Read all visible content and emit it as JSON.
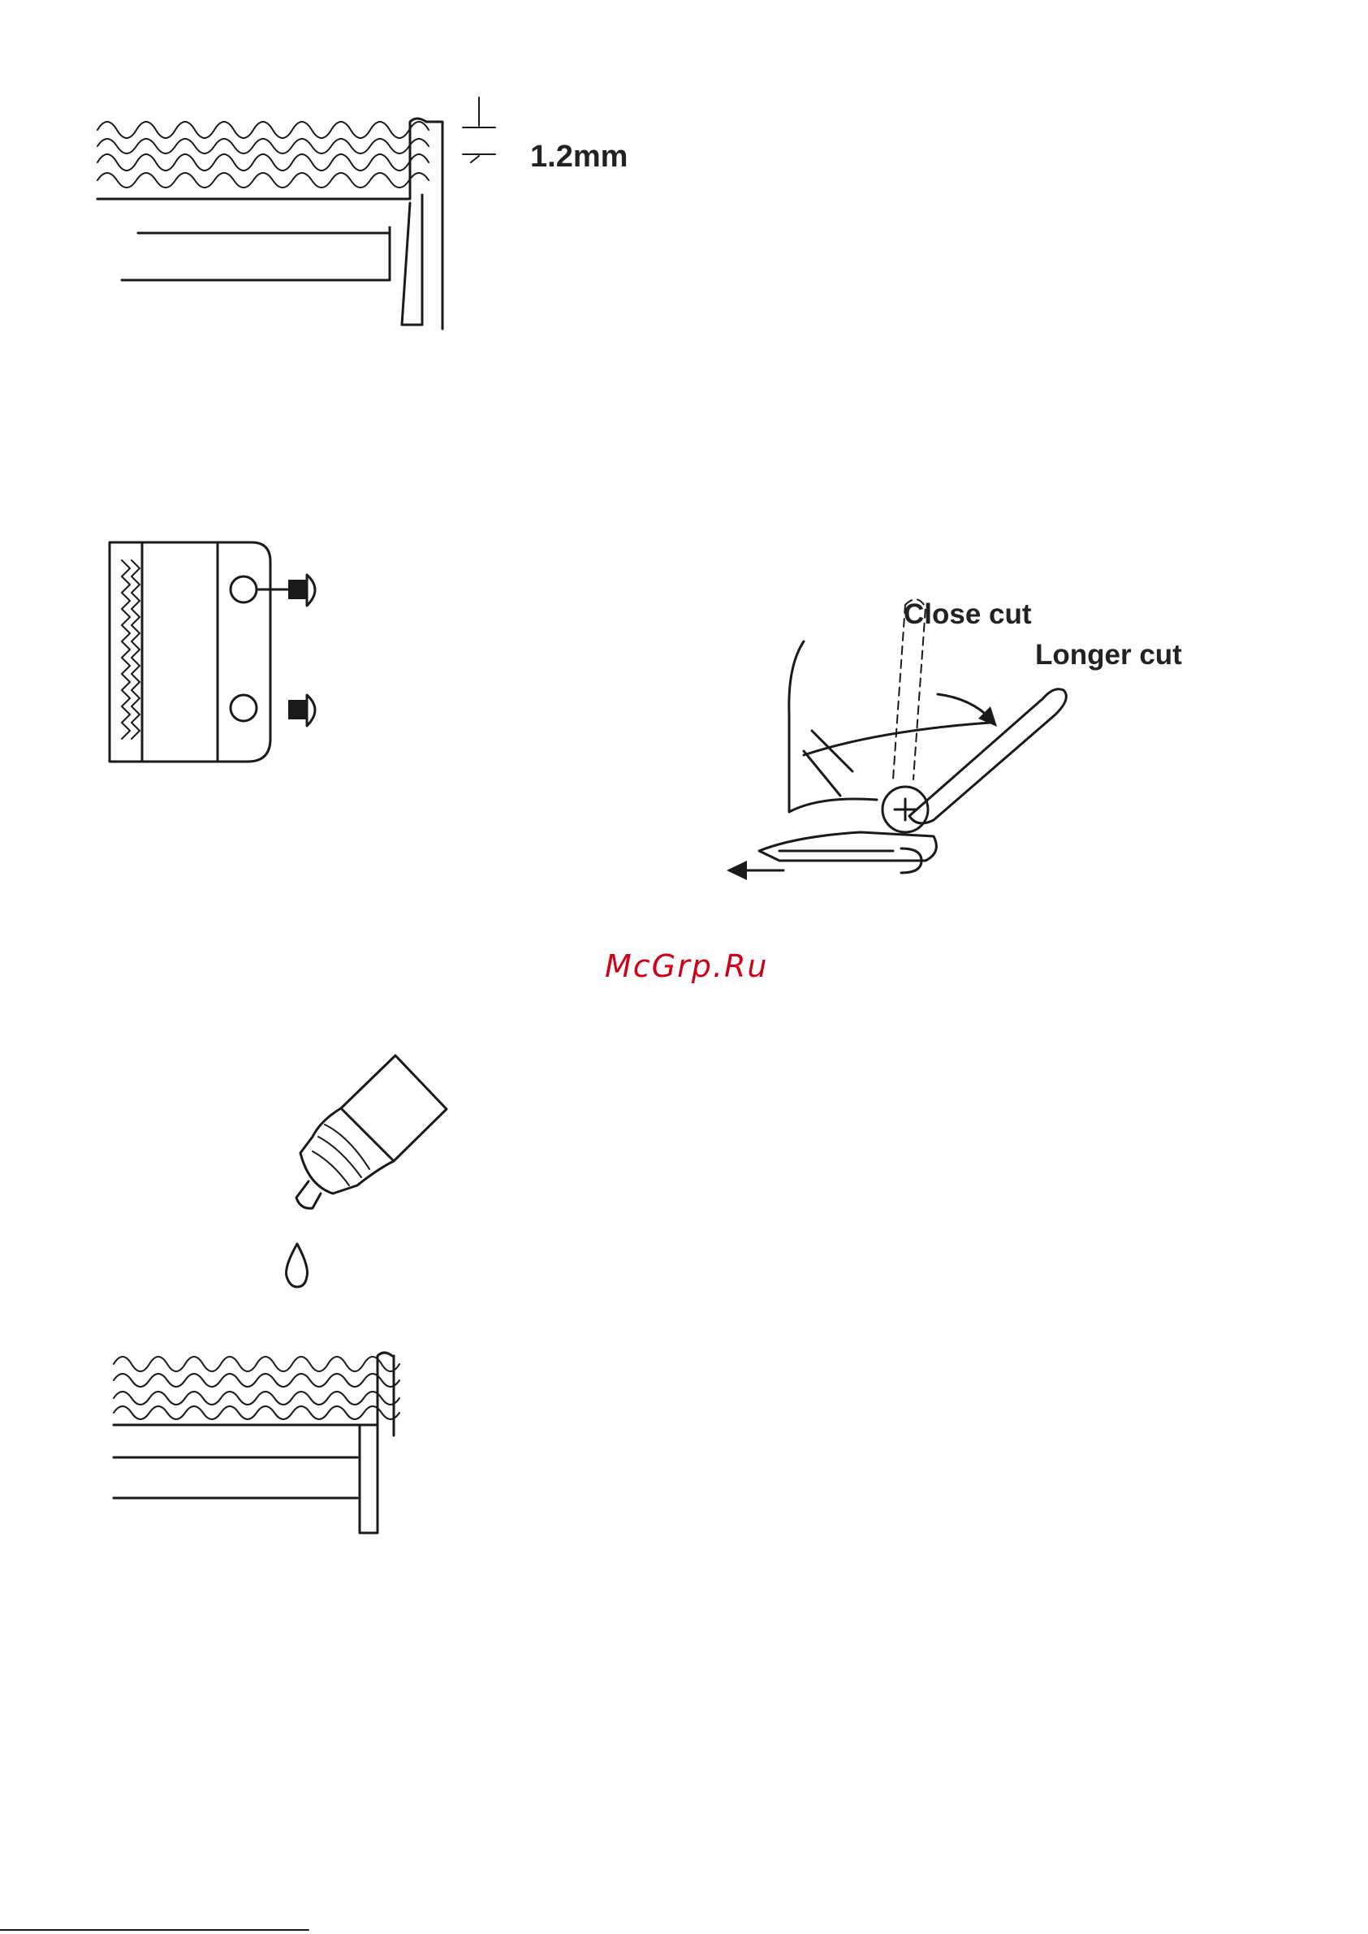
{
  "figure1": {
    "measurement_label": "1.2mm"
  },
  "figure3": {
    "close_cut_label": "Close cut",
    "longer_cut_label": "Longer cut"
  },
  "watermark": {
    "text": "McGrp.Ru",
    "color": "#d0021b"
  }
}
